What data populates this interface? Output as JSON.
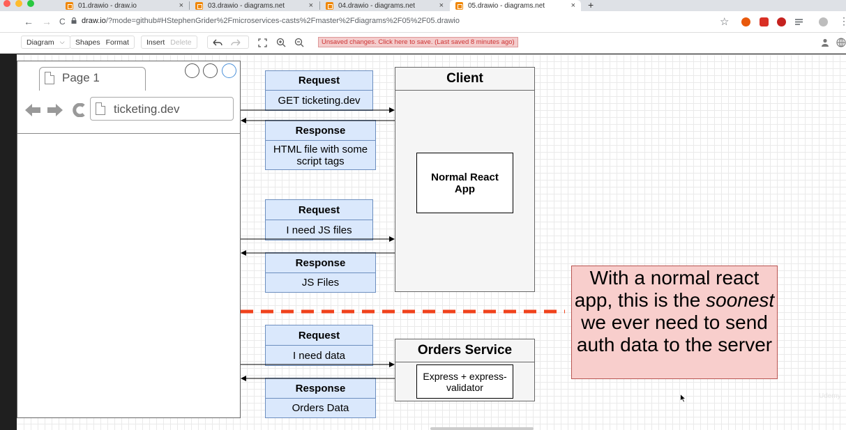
{
  "browser": {
    "tabs": [
      {
        "title": "01.drawio - draw.io",
        "close": "×"
      },
      {
        "title": "03.drawio - diagrams.net",
        "close": "×"
      },
      {
        "title": "04.drawio - diagrams.net",
        "close": "×"
      },
      {
        "title": "05.drawio - diagrams.net",
        "close": "×"
      }
    ],
    "new_tab": "+",
    "nav": {
      "back": "←",
      "forward": "→",
      "reload": "C"
    },
    "url_host": "draw.io",
    "url_path": "/?mode=github#HStephenGrider%2Fmicroservices-casts%2Fmaster%2Fdiagrams%2F05%2F05.drawio",
    "star": "☆",
    "menu": "⋮"
  },
  "toolbar": {
    "diagram": "Diagram",
    "diagram_caret": "⌵",
    "shapes": "Shapes",
    "format": "Format",
    "insert": "Insert",
    "delete": "Delete",
    "unsaved": "Unsaved changes. Click here to save. (Last saved 8 minutes ago)"
  },
  "diagram": {
    "page_tab": "Page 1",
    "url_text": "ticketing.dev",
    "client_title": "Client",
    "client_app": "Normal React App",
    "orders_title": "Orders Service",
    "orders_inner": "Express + express-validator",
    "exchanges": [
      {
        "req": "Request",
        "req_body": "GET ticketing.dev",
        "res": "Response",
        "res_body": "HTML file with some script tags"
      },
      {
        "req": "Request",
        "req_body": "I need JS files",
        "res": "Response",
        "res_body": "JS Files"
      },
      {
        "req": "Request",
        "req_body": "I need data",
        "res": "Response",
        "res_body": "Orders Data"
      }
    ],
    "note_before": "With a normal react app, this is the",
    "note_em": "soonest",
    "note_after": "we ever need to send auth data to the server",
    "watermark": "Udemy"
  },
  "colors": {
    "request_fill": "#dae8fc",
    "request_border": "#6c8ebf",
    "note_fill": "#f8cecc",
    "note_border": "#b85450",
    "divider": "#f0421c",
    "accent_tab": "#f08705"
  }
}
